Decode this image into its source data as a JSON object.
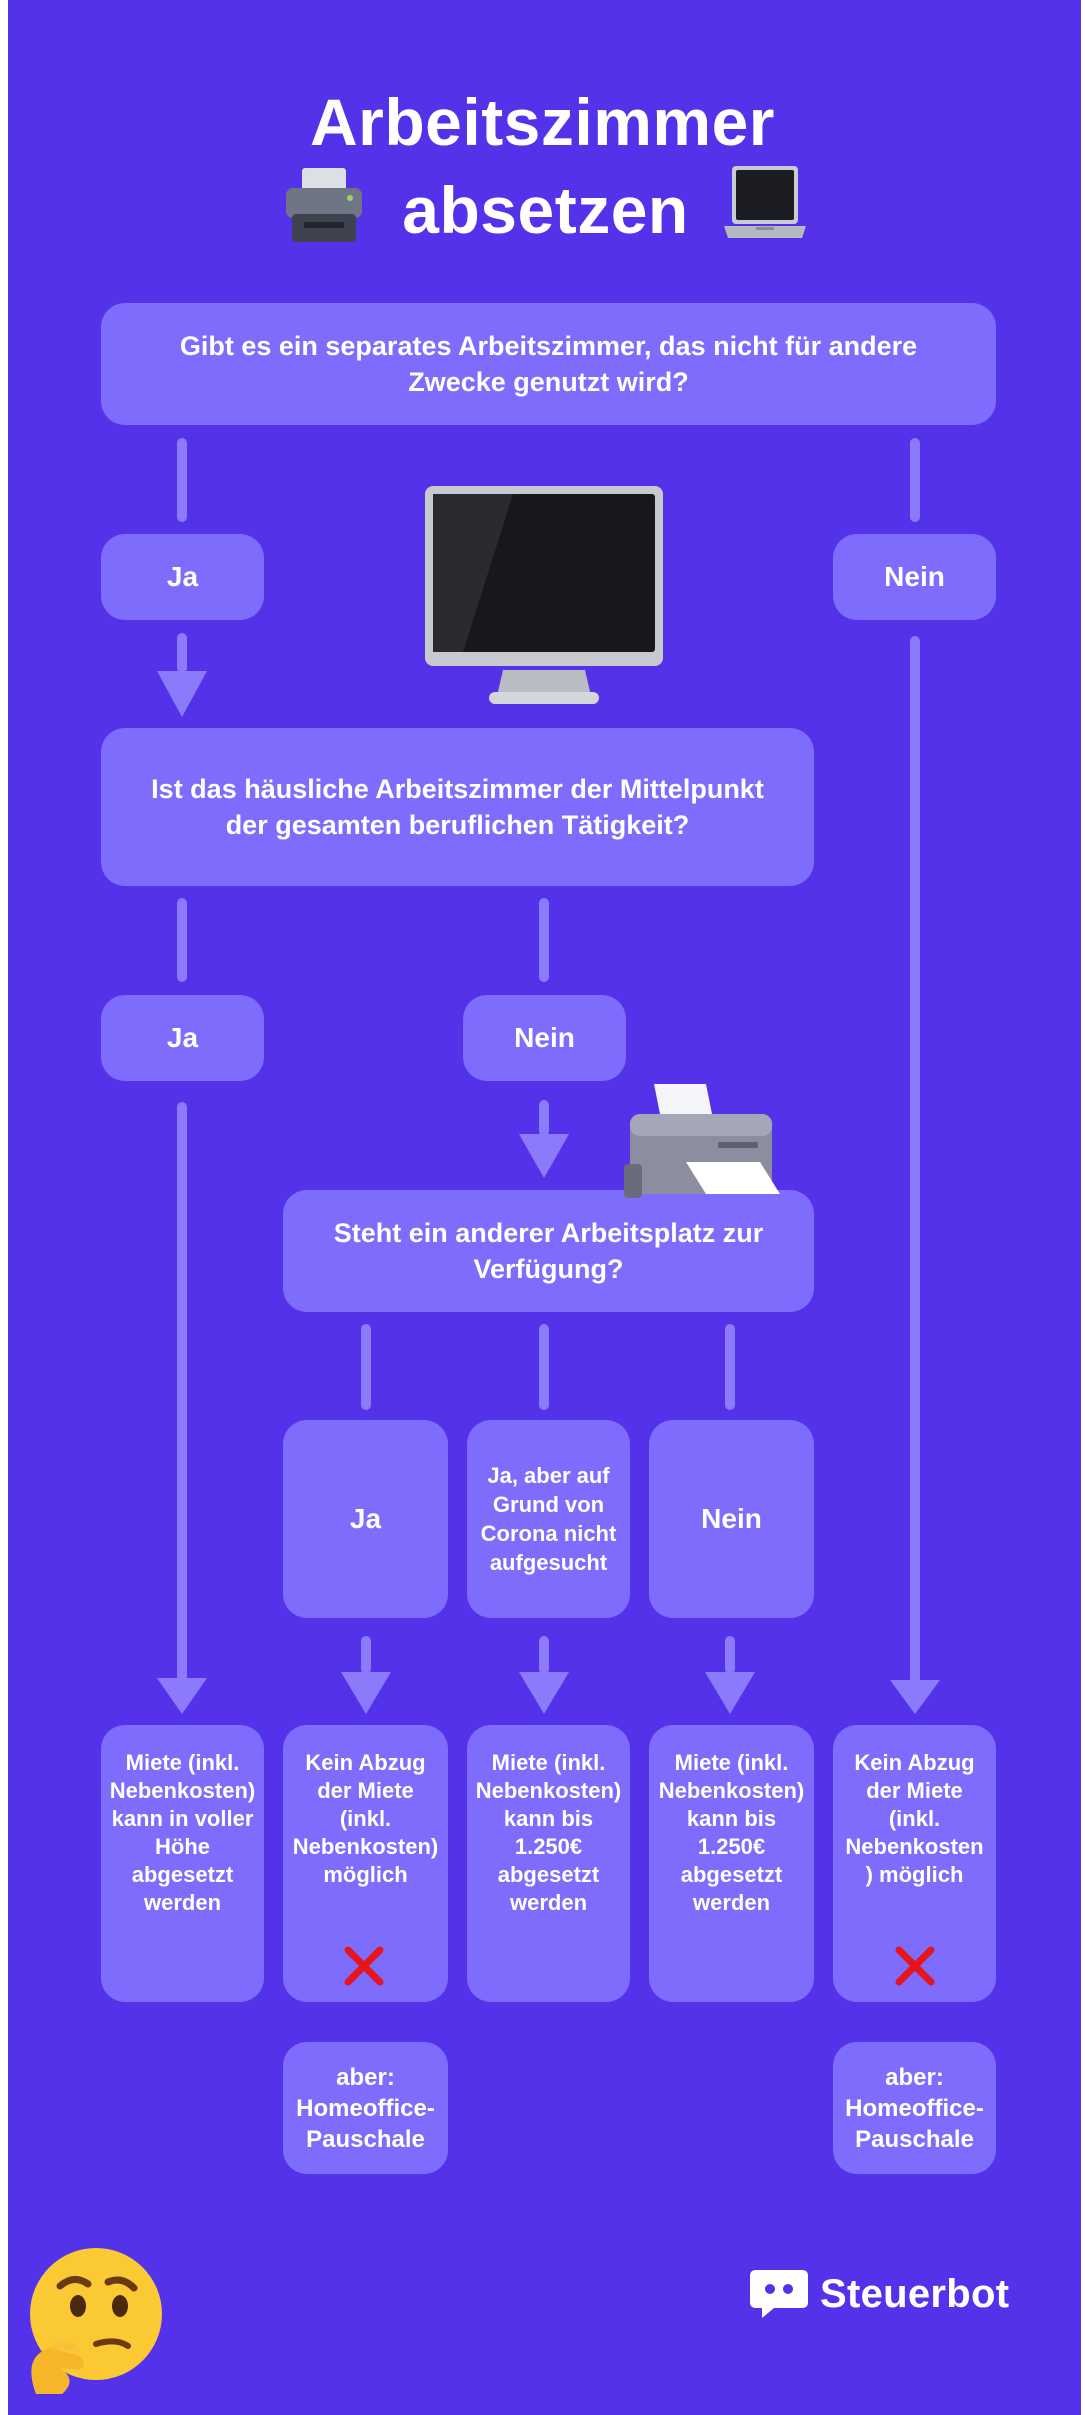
{
  "title": {
    "line1": "Arbeitszimmer",
    "line2": "absetzen"
  },
  "q1": {
    "text": "Gibt es ein separates Arbeitszimmer, das nicht für andere Zwecke genutzt wird?"
  },
  "q1_yes": "Ja",
  "q1_no": "Nein",
  "q2": {
    "text": "Ist das häusliche Arbeitszimmer der Mittelpunkt der gesamten beruflichen Tätigkeit?"
  },
  "q2_yes": "Ja",
  "q2_no": "Nein",
  "q3": {
    "text": "Steht ein anderer Arbeitsplatz zur Verfügung?"
  },
  "q3_yes": "Ja",
  "q3_corona": "Ja, aber auf Grund von Corona nicht aufgesucht",
  "q3_no": "Nein",
  "results": {
    "r1": "Miete (inkl. Nebenkosten) kann in voller Höhe abgesetzt werden",
    "r2": "Kein Abzug der Miete (inkl. Nebenkosten) möglich",
    "r3": "Miete (inkl. Nebenkosten) kann bis 1.250€ abgesetzt werden",
    "r4": "Miete (inkl. Nebenkosten) kann bis 1.250€ abgesetzt werden",
    "r5": "Kein Abzug der Miete (inkl. Nebenkosten ) möglich"
  },
  "extras": {
    "e1": "aber: Homeoffice-Pauschale",
    "e2": "aber: Homeoffice-Pauschale"
  },
  "brand": {
    "name": "Steuerbot"
  },
  "colors": {
    "background": "#5332ea",
    "box": "#7e6cfd",
    "connector": "#8b7bfb",
    "cross": "#e8141c",
    "text": "#ffffff"
  },
  "icons": {
    "title_left": "printer-icon",
    "title_right": "laptop-icon",
    "monitor": "desktop-monitor-icon",
    "printer": "printer-icon",
    "emoji": "thinking-face-icon",
    "brand": "chatbot-logo-icon",
    "cross": "cross-mark-icon"
  }
}
